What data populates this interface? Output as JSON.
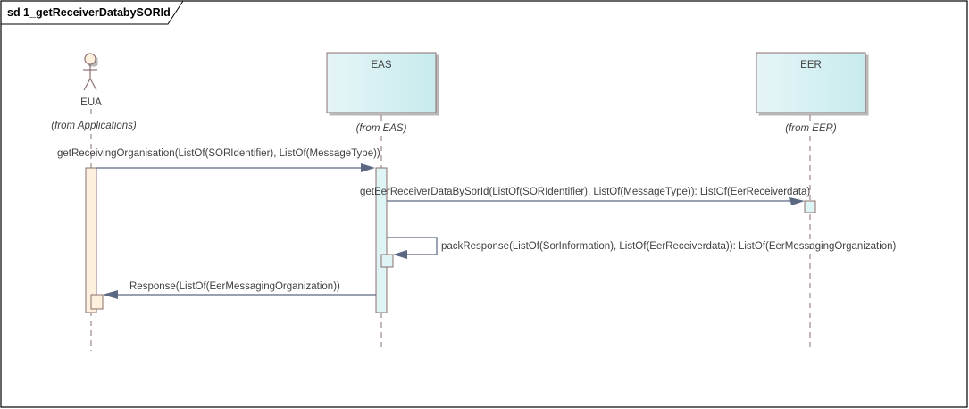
{
  "frame": {
    "label": "sd 1_getReceiverDatabySORId"
  },
  "lifelines": [
    {
      "id": "eua",
      "type": "actor",
      "name": "EUA",
      "from": "(from Applications)"
    },
    {
      "id": "eas",
      "type": "component",
      "name": "EAS",
      "from": "(from EAS)"
    },
    {
      "id": "eer",
      "type": "component",
      "name": "EER",
      "from": "(from EER)"
    }
  ],
  "messages": [
    {
      "id": "m1",
      "from": "eua",
      "to": "eas",
      "kind": "call",
      "label": "getReceivingOrganisation(ListOf(SORIdentifier), ListOf(MessageType))"
    },
    {
      "id": "m2",
      "from": "eas",
      "to": "eer",
      "kind": "call",
      "label": "getEerReceiverDataBySorId(ListOf(SORIdentifier), ListOf(MessageType)): ListOf(EerReceiverdata)"
    },
    {
      "id": "m3",
      "from": "eas",
      "to": "eas",
      "kind": "self",
      "label": "packResponse(ListOf(SorInformation), ListOf(EerReceiverdata)): ListOf(EerMessagingOrganization)"
    },
    {
      "id": "m4",
      "from": "eas",
      "to": "eua",
      "kind": "call",
      "label": "Response(ListOf(EerMessagingOrganization))"
    }
  ],
  "colors": {
    "frame_border": "#000000",
    "lifeline": "#8c6f6f",
    "actor_fill": "#fdf0dc",
    "actor_stroke": "#8c6f6f",
    "component_fill_left": "#e4f4f6",
    "component_fill_right": "#c8ecee",
    "component_stroke": "#8c6f6f",
    "activation_eua": "#fdf0dc",
    "activation_eas": "#dff4f5",
    "arrow": "#5a6882"
  }
}
